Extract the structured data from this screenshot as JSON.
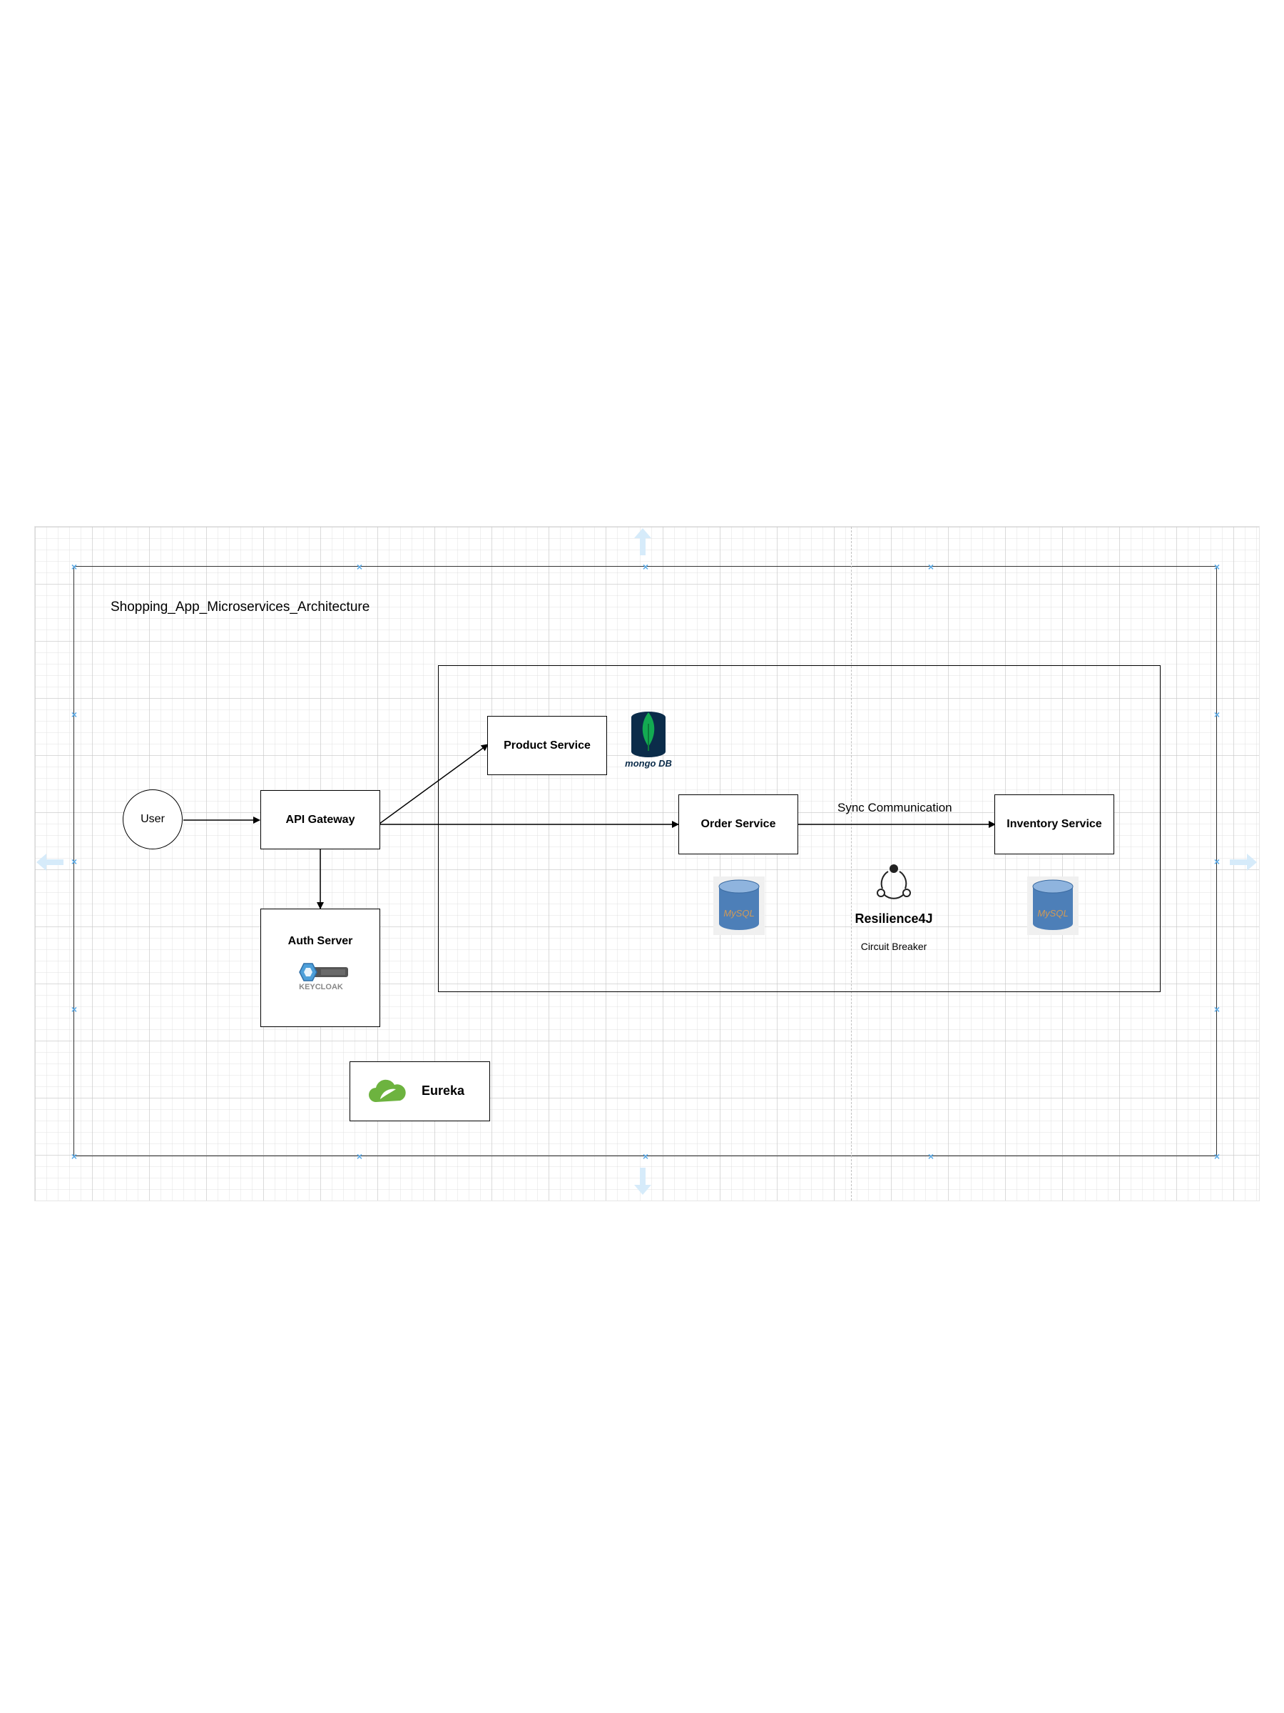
{
  "diagram": {
    "title": "Shopping_App_Microservices_Architecture",
    "nodes": {
      "user": "User",
      "api_gateway": "API Gateway",
      "auth_server": "Auth Server",
      "keycloak_logo_text": "KEYCLOAK",
      "product_service": "Product Service",
      "mongodb_logo_text": "mongo DB",
      "order_service": "Order Service",
      "inventory_service": "Inventory Service",
      "mysql_logo_text": "MySQL",
      "resilience_title": "Resilience4J",
      "resilience_subtitle": "Circuit Breaker",
      "eureka": "Eureka"
    },
    "edge_labels": {
      "order_to_inventory": "Sync Communication"
    }
  },
  "colors": {
    "grid_line": "#c8c8c8",
    "selection_handle": "#5aa9e6",
    "mongodb_green": "#13aa52",
    "mongodb_dark": "#0b2c4a",
    "mysql_blue": "#4d7fb8",
    "spring_green": "#6db33f",
    "keycloak_blue": "#4d9fd9"
  }
}
